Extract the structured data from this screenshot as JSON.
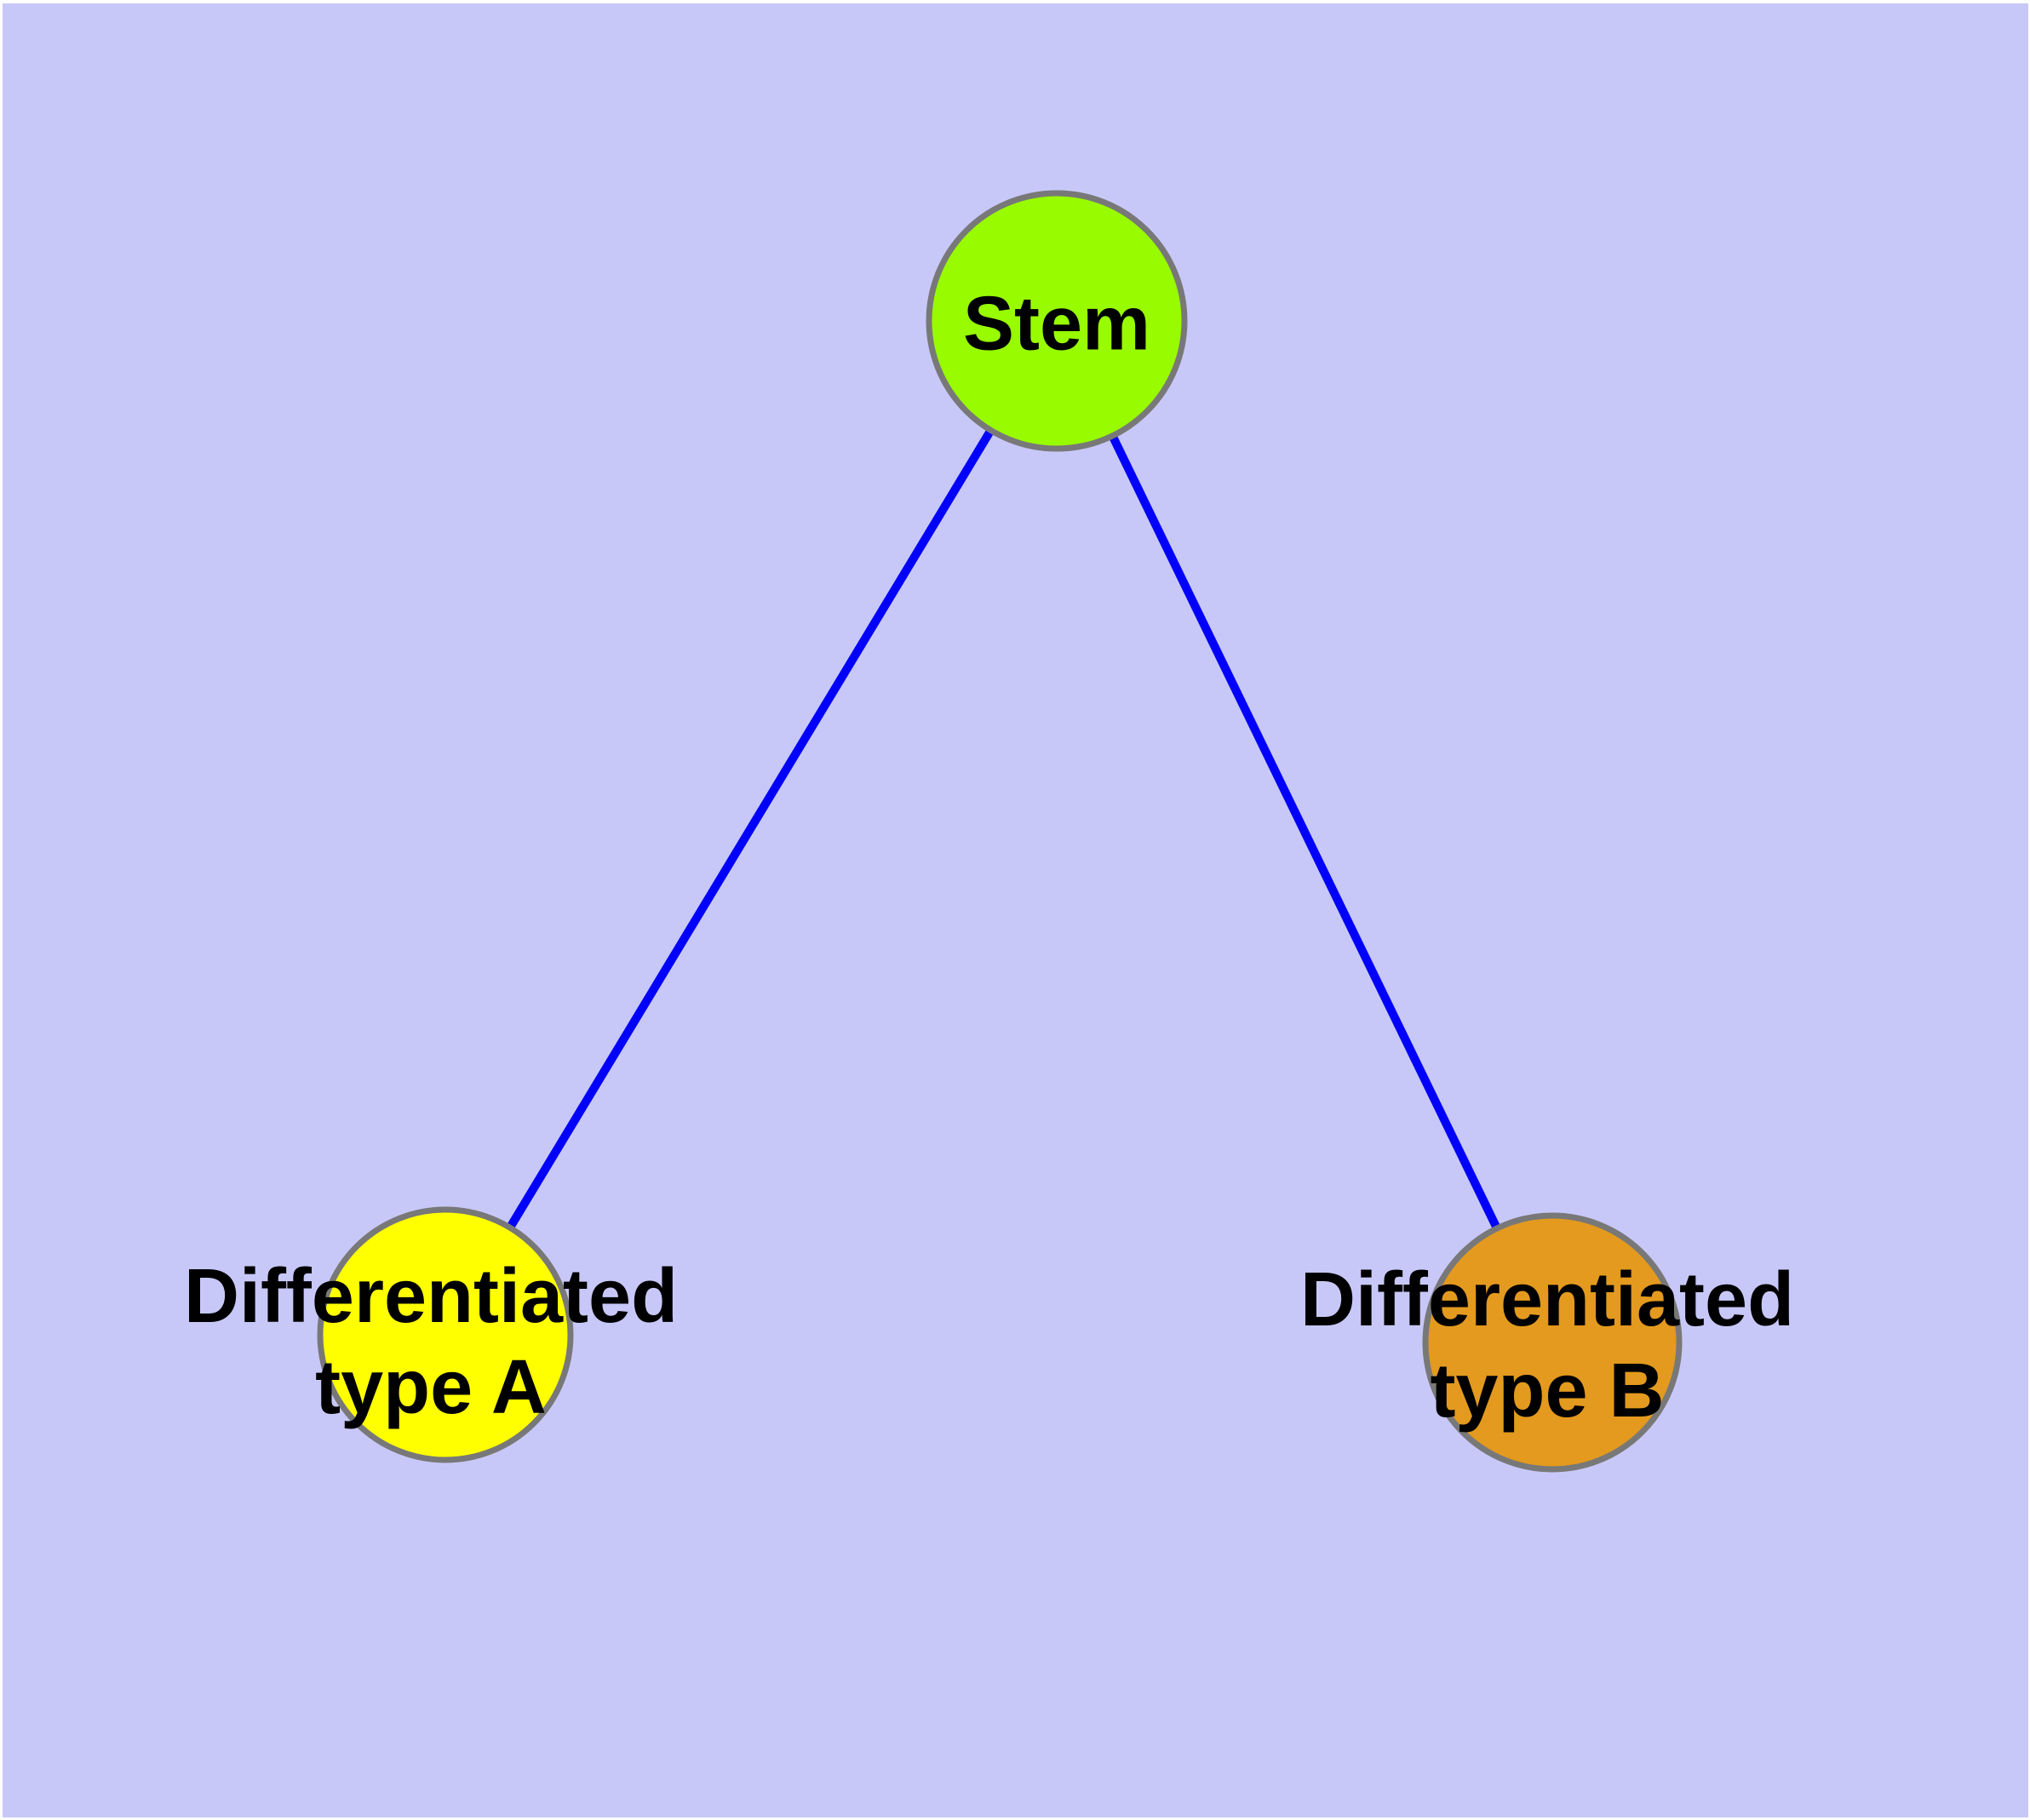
{
  "diagram": {
    "type": "node-link-graph",
    "background_color": "#C8C8F8",
    "frame_color": "#FFFFFF",
    "edge_color": "#0000FB",
    "node_border_color": "#787878",
    "text_color": "#000000",
    "nodes": [
      {
        "id": "stem",
        "label": "Stem",
        "fill": "#98FB00"
      },
      {
        "id": "type-a",
        "label": "Differentiated\ntype A",
        "fill": "#FFFF00"
      },
      {
        "id": "type-b",
        "label": "Differentiated\ntype B",
        "fill": "#E39A1E"
      }
    ],
    "edges": [
      {
        "from": "stem",
        "to": "type-a"
      },
      {
        "from": "stem",
        "to": "type-b"
      }
    ]
  }
}
